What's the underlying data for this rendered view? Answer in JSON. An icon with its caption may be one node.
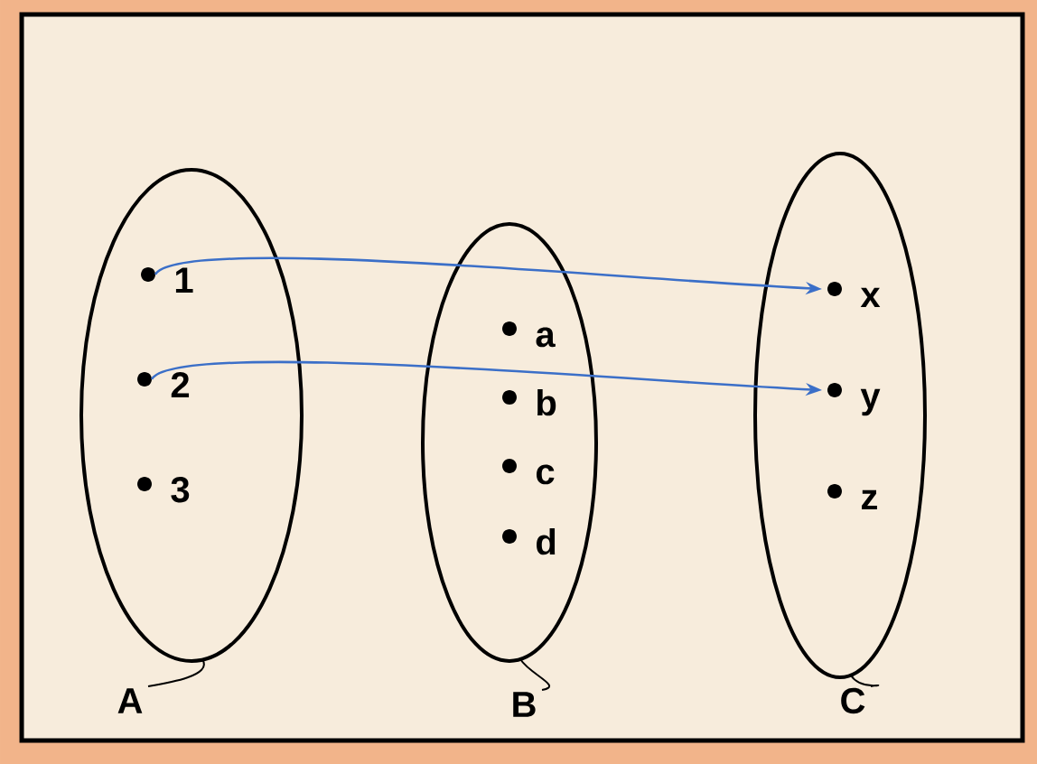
{
  "diagram": {
    "nodes": [
      {
        "text": [
          "A"
        ]
      },
      {
        "text": [
          "1"
        ],
        "in": 0
      },
      {
        "text": [
          "2"
        ],
        "in": 0
      },
      {
        "text": [
          "3"
        ],
        "in": 0
      },
      {
        "text": [
          "B"
        ]
      },
      {
        "text": [
          "a"
        ],
        "in": 4
      },
      {
        "text": [
          "b"
        ],
        "in": 4
      },
      {
        "text": [
          "c"
        ],
        "in": 4
      },
      {
        "text": [
          "d"
        ],
        "in": 4
      },
      {
        "text": [
          "C"
        ]
      },
      {
        "text": [
          "x"
        ],
        "in": 9
      },
      {
        "text": [
          "y"
        ],
        "in": 9
      },
      {
        "text": [
          "z"
        ],
        "in": 9
      }
    ],
    "edges": [
      {
        "from": 1,
        "to": 10,
        "arrow": "to"
      },
      {
        "from": 2,
        "to": 11,
        "arrow": "to"
      }
    ]
  }
}
